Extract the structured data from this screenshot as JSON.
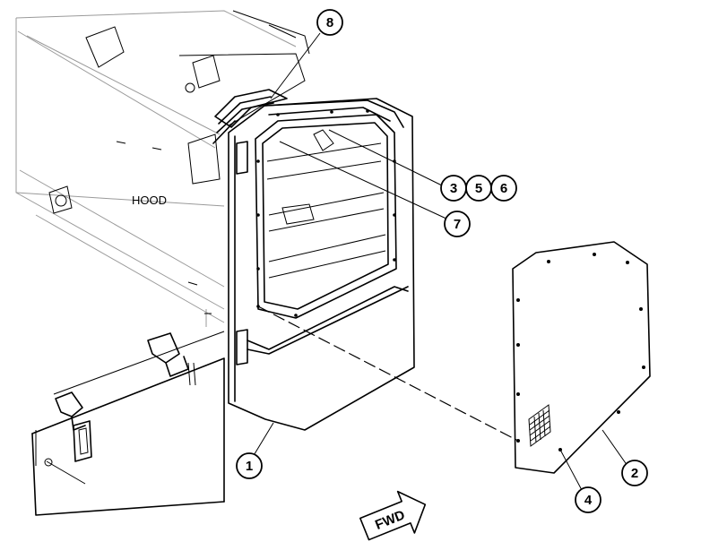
{
  "labels": {
    "hood": "HOOD",
    "fwd": "FWD"
  },
  "callouts": [
    {
      "id": "c1",
      "text": "1"
    },
    {
      "id": "c2",
      "text": "2"
    },
    {
      "id": "c3",
      "text": "3"
    },
    {
      "id": "c4",
      "text": "4"
    },
    {
      "id": "c5",
      "text": "5"
    },
    {
      "id": "c6",
      "text": "6"
    },
    {
      "id": "c7",
      "text": "7"
    },
    {
      "id": "c8",
      "text": "8"
    }
  ]
}
